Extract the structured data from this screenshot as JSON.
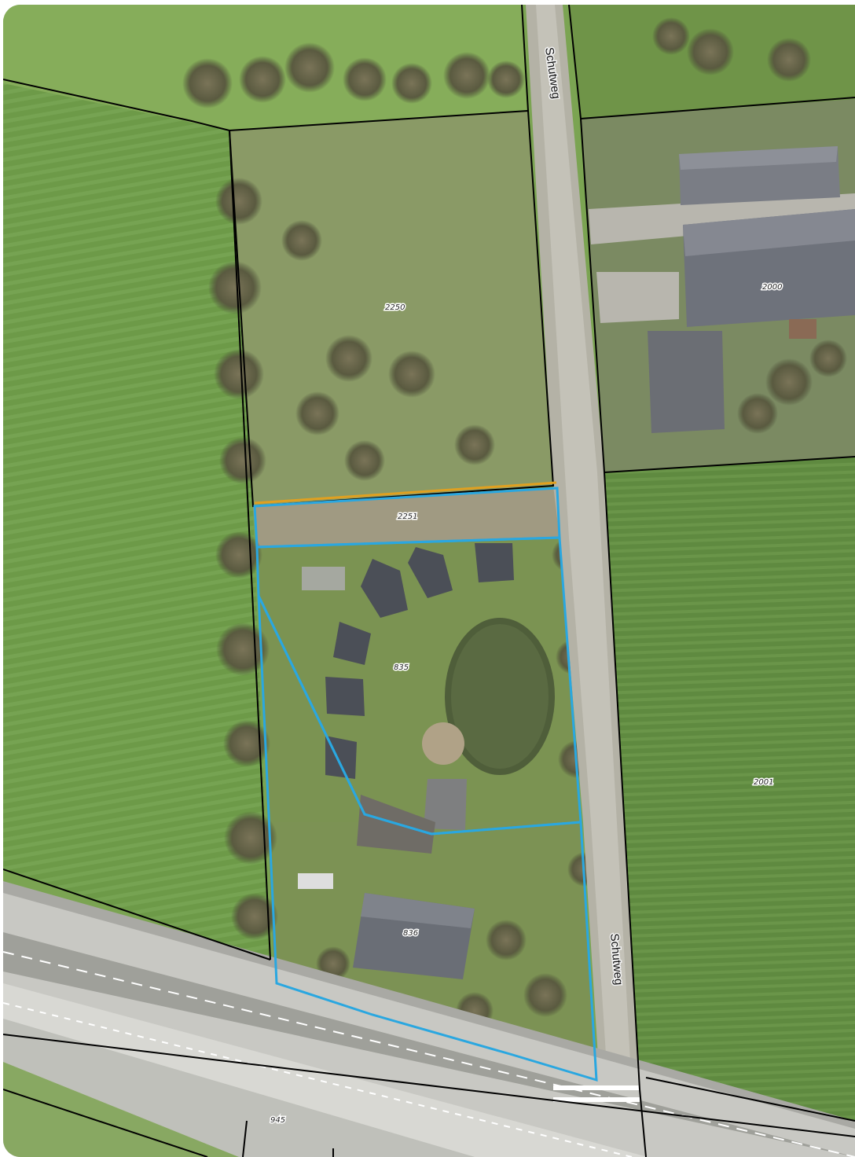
{
  "map": {
    "street_labels": [
      "Schutweg",
      "Schutweg"
    ],
    "parcel_labels": {
      "p2250": "2250",
      "p2251": "2251",
      "p835": "835",
      "p836": "836",
      "p2000": "2000",
      "p2001": "2001",
      "p945": "945"
    },
    "colors": {
      "highlight_boundary": "#2aa7e0",
      "adjacent_boundary": "#e0a020",
      "cadastral_boundary": "#000000",
      "field": "#6f9a4a",
      "road": "#b9b9b4"
    },
    "icons": {
      "pond": "pond-shape",
      "buildings": "house-roof-shape"
    }
  }
}
